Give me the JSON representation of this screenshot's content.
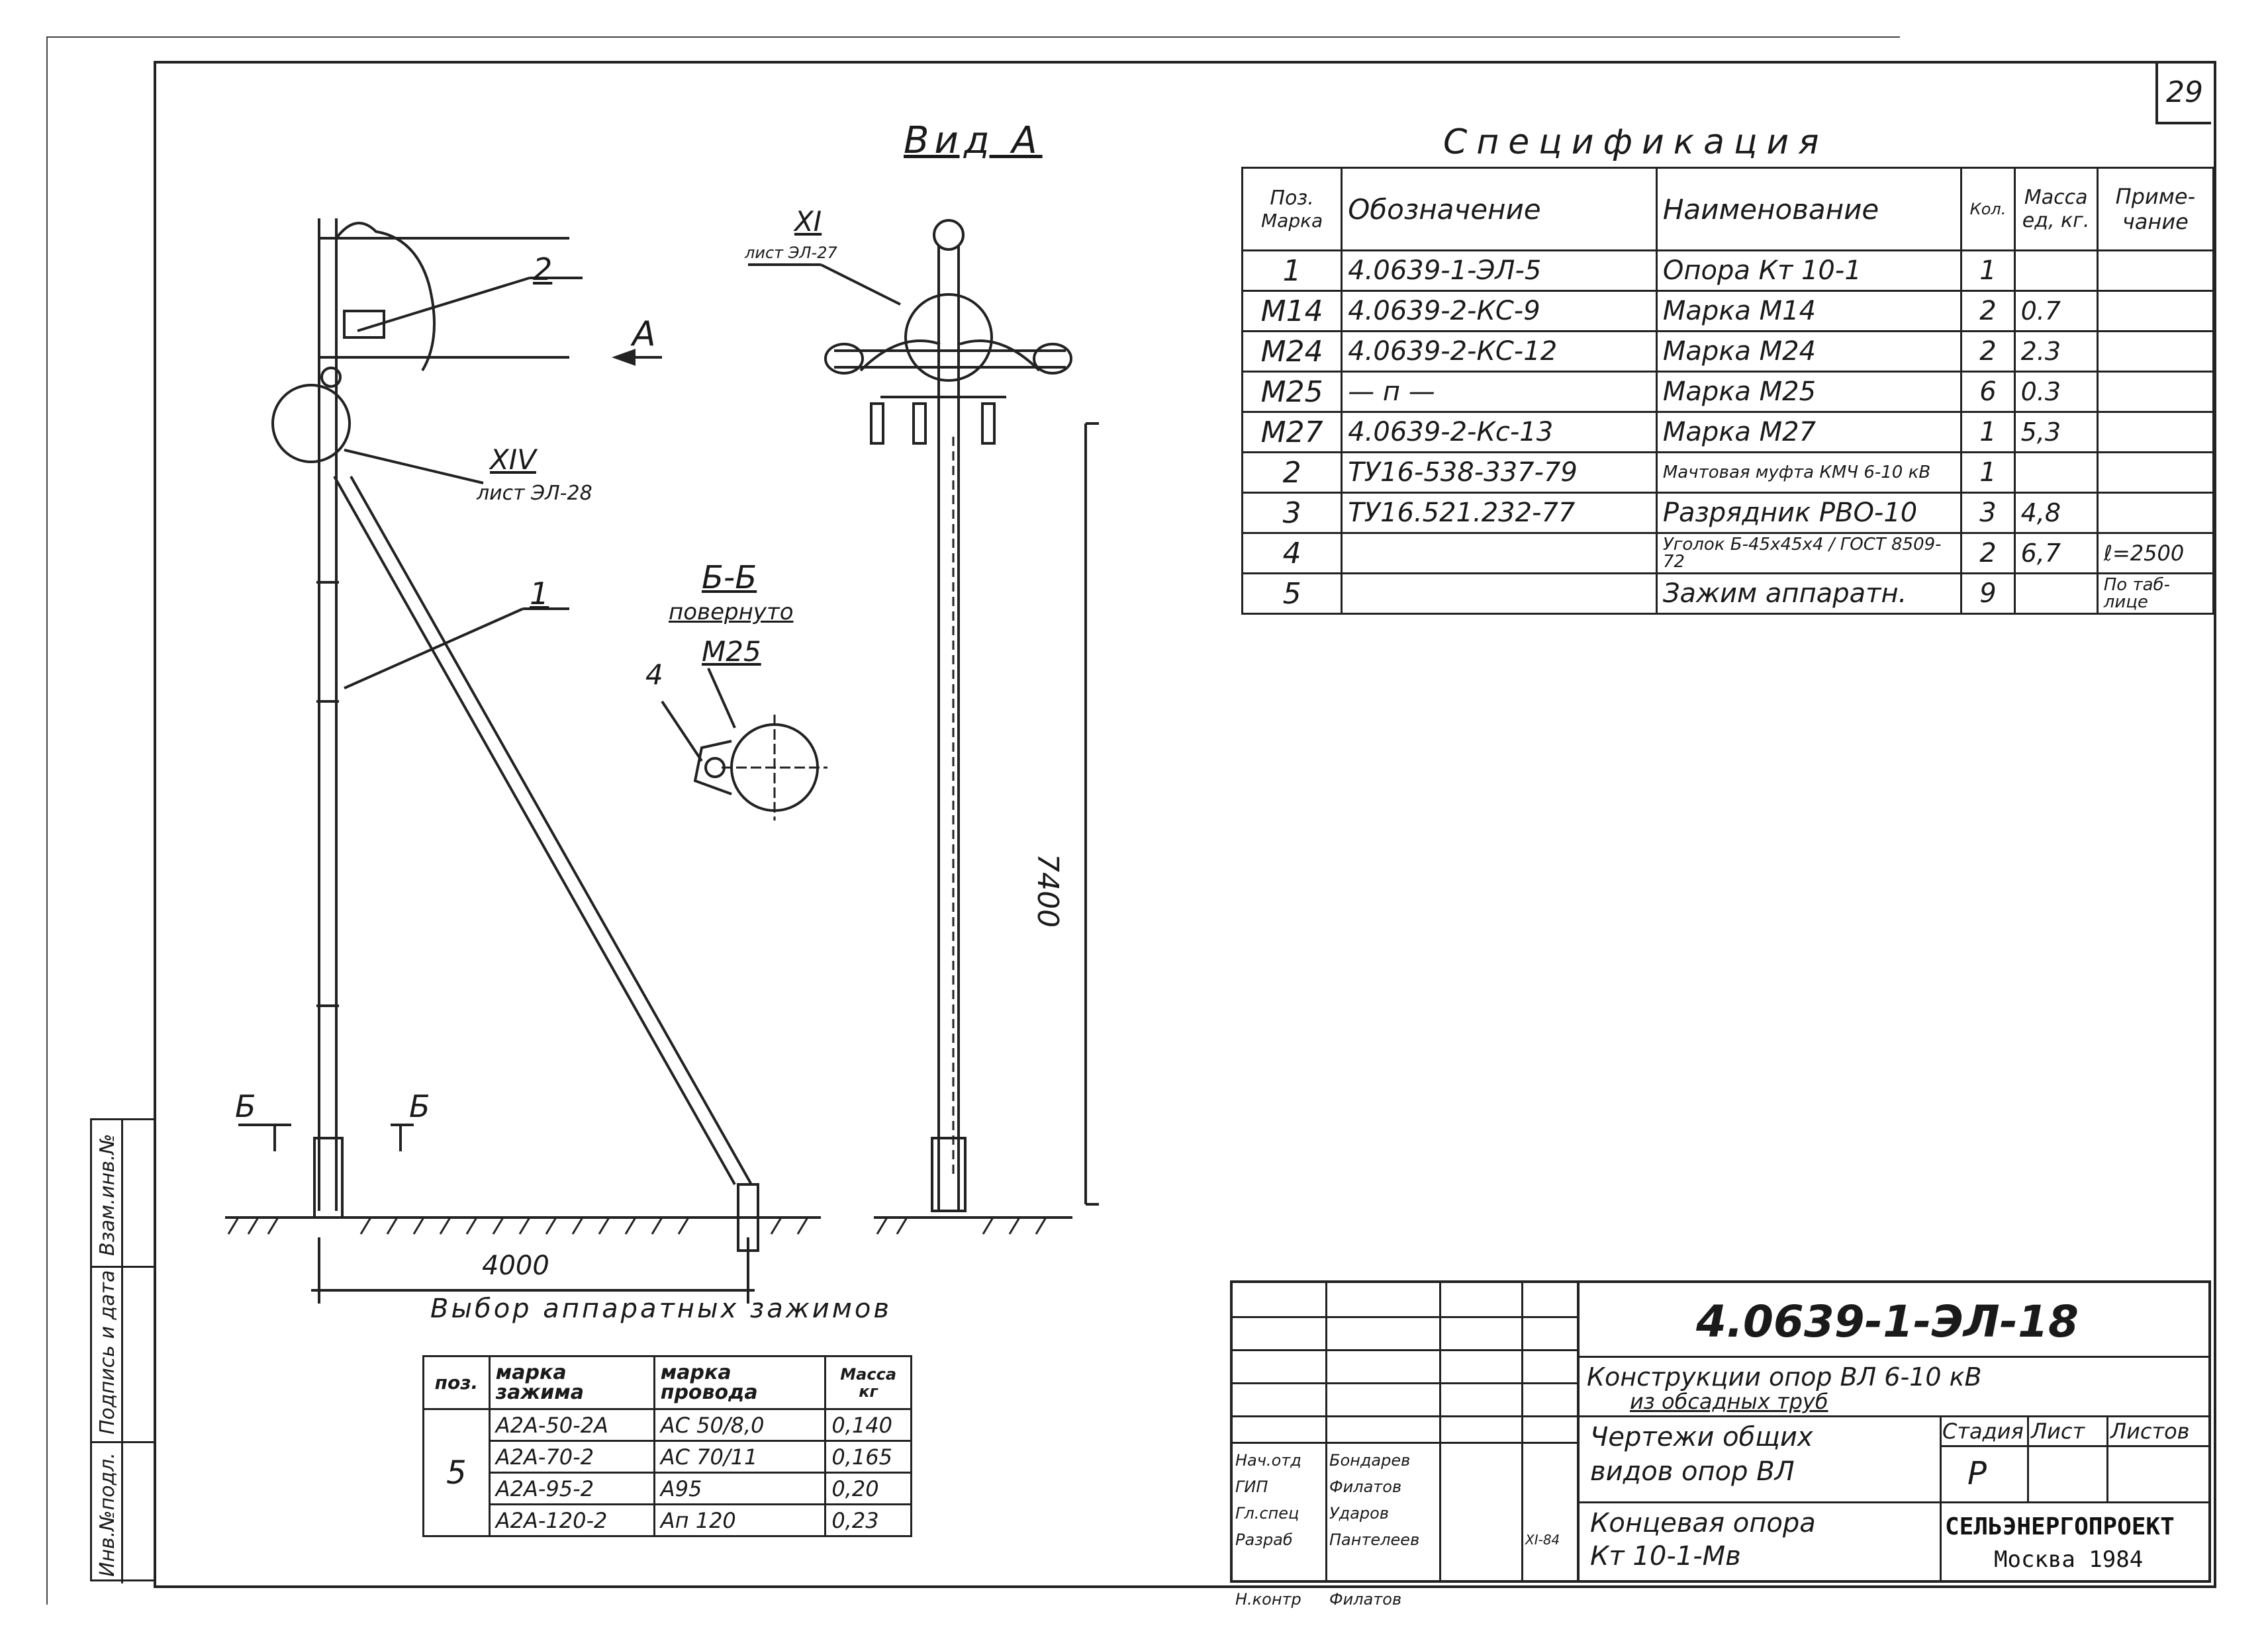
{
  "sheet_number": "29",
  "view_a": {
    "title": "Вид А",
    "callout_2": "2",
    "callout_1": "1",
    "arrow_a": "А",
    "node_xiv": "XIV",
    "node_xiv_ref": "лист ЭЛ-28",
    "section_left": "Б",
    "section_right": "Б",
    "dim_span": "4000"
  },
  "view_side": {
    "node_xi": "XI",
    "node_xi_ref": "лист ЭЛ-27",
    "dim_height": "7400"
  },
  "section_bb": {
    "title": "Б-Б",
    "subtitle": "повернуто",
    "callout_4": "4",
    "callout_m25": "М25"
  },
  "specification": {
    "title": "Спецификация",
    "headers": {
      "pos": "Поз.",
      "pos2": "Марка",
      "designation": "Обозначение",
      "name": "Наименование",
      "qty": "Кол.",
      "mass": "Масса",
      "mass2": "ед, кг.",
      "note": "Приме-",
      "note2": "чание"
    },
    "rows": [
      {
        "pos": "1",
        "designation": "4.0639-1-ЭЛ-5",
        "name": "Опора Кт 10-1",
        "qty": "1",
        "mass": "",
        "note": ""
      },
      {
        "pos": "М14",
        "designation": "4.0639-2-КС-9",
        "name": "Марка М14",
        "qty": "2",
        "mass": "0.7",
        "note": ""
      },
      {
        "pos": "М24",
        "designation": "4.0639-2-КС-12",
        "name": "Марка М24",
        "qty": "2",
        "mass": "2.3",
        "note": ""
      },
      {
        "pos": "М25",
        "designation": "— п —",
        "name": "Марка М25",
        "qty": "6",
        "mass": "0.3",
        "note": ""
      },
      {
        "pos": "М27",
        "designation": "4.0639-2-Кс-13",
        "name": "Марка М27",
        "qty": "1",
        "mass": "5,3",
        "note": ""
      },
      {
        "pos": "2",
        "designation": "ТУ16-538-337-79",
        "name": "Мачтовая муфта КМЧ 6-10 кВ",
        "qty": "1",
        "mass": "",
        "note": ""
      },
      {
        "pos": "3",
        "designation": "ТУ16.521.232-77",
        "name": "Разрядник РВО-10",
        "qty": "3",
        "mass": "4,8",
        "note": ""
      },
      {
        "pos": "4",
        "designation": "",
        "name": "Уголок Б-45х45х4 / ГОСТ 8509-72",
        "qty": "2",
        "mass": "6,7",
        "note": "ℓ=2500"
      },
      {
        "pos": "5",
        "designation": "",
        "name": "Зажим аппаратн.",
        "qty": "9",
        "mass": "",
        "note": "По таб- лице"
      }
    ]
  },
  "clamp_table": {
    "title": "Выбор аппаратных зажимов",
    "headers": {
      "pos": "поз.",
      "clamp": "марка зажима",
      "wire": "марка провода",
      "mass": "Масса кг"
    },
    "pos_value": "5",
    "rows": [
      {
        "clamp": "А2А-50-2А",
        "wire": "АС 50/8,0",
        "mass": "0,140"
      },
      {
        "clamp": "А2А-70-2",
        "wire": "АС 70/11",
        "mass": "0,165"
      },
      {
        "clamp": "А2А-95-2",
        "wire": "А95",
        "mass": "0,20"
      },
      {
        "clamp": "А2А-120-2",
        "wire": "Ап 120",
        "mass": "0,23"
      }
    ]
  },
  "title_block": {
    "doc_code": "4.0639-1-ЭЛ-18",
    "project_line1": "Конструкции опор ВЛ 6-10 кВ",
    "project_line2": "из обсадных труб",
    "sheet_title_line1": "Чертежи общих",
    "sheet_title_line2": "видов опор ВЛ",
    "drawing_title_line1": "Концевая опора",
    "drawing_title_line2": "Кт 10-1-Мв",
    "stage_label": "Стадия",
    "sheet_label": "Лист",
    "sheets_label": "Листов",
    "stage_value": "Р",
    "org": "СЕЛЬЭНЕРГОПРОЕКТ",
    "city_year": "Москва 1984",
    "signatures": [
      {
        "role": "Нач.отд",
        "name": "Бондарев"
      },
      {
        "role": "ГИП",
        "name": "Филатов"
      },
      {
        "role": "Гл.спец",
        "name": "Ударов"
      },
      {
        "role": "Разраб",
        "name": "Пантелеев",
        "date": "XI-84"
      },
      {
        "role": "",
        "name": ""
      },
      {
        "role": "Н.контр",
        "name": "Филатов"
      }
    ]
  },
  "side_stamp": {
    "col1": "Инв.№подл.",
    "col2": "Подпись и дата",
    "col3": "Взам.инв.№"
  }
}
